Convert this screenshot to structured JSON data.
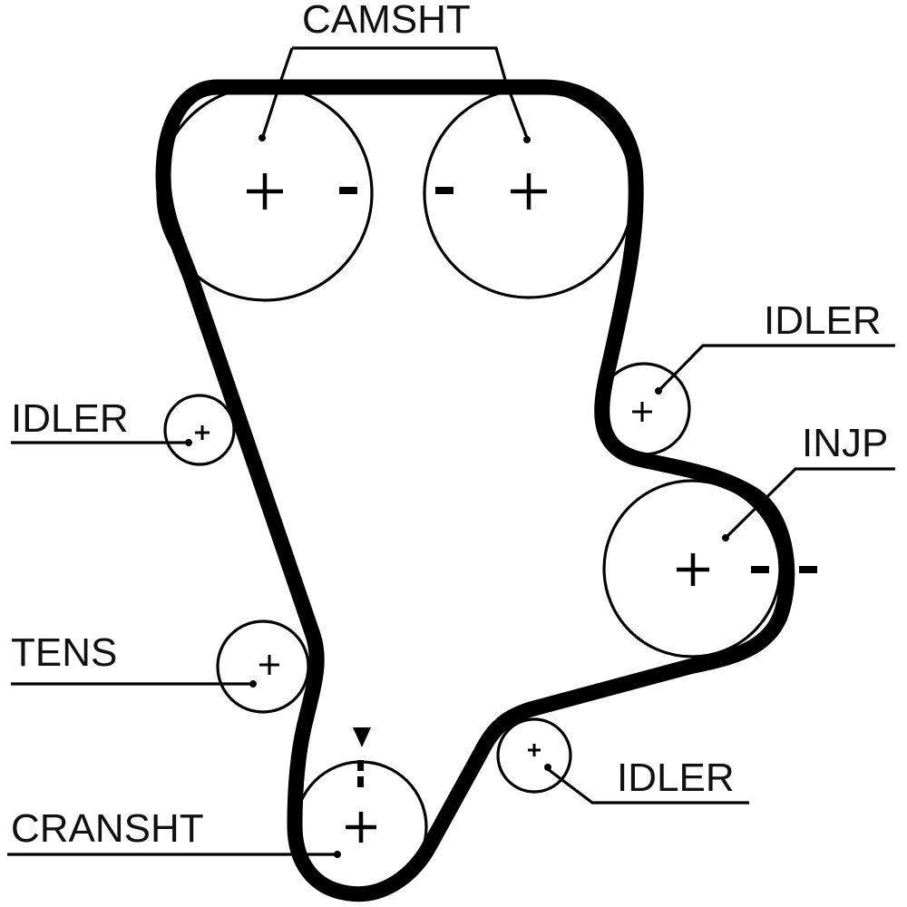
{
  "diagram": {
    "title": "Timing belt routing diagram",
    "colors": {
      "line": "#000000",
      "background": "#ffffff"
    },
    "labels": {
      "camshaft": "CAMSHT",
      "idler_left": "IDLER",
      "idler_right_upper": "IDLER",
      "injection_pump": "INJP",
      "tensioner": "TENS",
      "crankshaft": "CRANSHT",
      "idler_lower": "IDLER"
    },
    "pulleys": [
      {
        "id": "camshaft-left",
        "label": "CAMSHT",
        "marks": [
          "+",
          "-"
        ]
      },
      {
        "id": "camshaft-right",
        "label": "CAMSHT",
        "marks": [
          "-",
          "+"
        ]
      },
      {
        "id": "idler-upper-right",
        "label": "IDLER",
        "marks": [
          "+"
        ]
      },
      {
        "id": "injection-pump",
        "label": "INJP",
        "marks": [
          "+",
          "-",
          "-"
        ]
      },
      {
        "id": "idler-left",
        "label": "IDLER",
        "marks": [
          "+"
        ]
      },
      {
        "id": "tensioner",
        "label": "TENS",
        "marks": [
          "+"
        ]
      },
      {
        "id": "crankshaft",
        "label": "CRANSHT",
        "marks": [
          "+",
          "timing-mark"
        ]
      },
      {
        "id": "idler-lower",
        "label": "IDLER",
        "marks": [
          "+"
        ]
      }
    ],
    "symbols": {
      "plus": "+",
      "minus": "-"
    }
  }
}
